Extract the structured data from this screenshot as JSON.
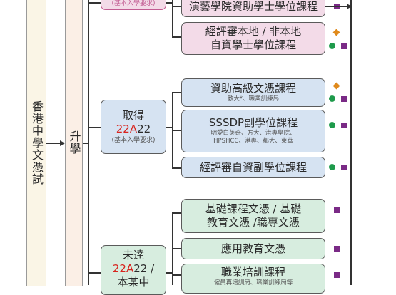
{
  "left_column": {
    "label": "香港中學文憑試"
  },
  "middle_column": {
    "label": "升學"
  },
  "branches": {
    "top": {
      "box_partial": "(基本入學要求)"
    },
    "mid": {
      "line1": "取得",
      "grade_red": "22A",
      "grade_black": "22",
      "note": "(基本入學要求)"
    },
    "bottom": {
      "line1": "未達",
      "grade_red": "22A",
      "grade_black": "22 /",
      "line3_partial": "本某中"
    }
  },
  "courses": {
    "pink1": "演藝學院資助學士學位課程",
    "pink2_line1": "經評審本地 / 非本地",
    "pink2_line2": "自資學士學位課程",
    "blue1_title": "資助高級文憑課程",
    "blue1_sub": "教大*、職業訓練局",
    "blue2_title": "SSSDP副學位課程",
    "blue2_sub1": "明愛白英奇、方大、港專學院、",
    "blue2_sub2": "HPSHCC、港專、都大、東華",
    "blue3_title": "經評審自資副學位課程",
    "green1_line1": "基礎課程文憑 / 基礎",
    "green1_line2": "教育文憑 /職專文憑",
    "green2_title": "應用教育文憑",
    "green3_title": "職業培訓課程",
    "green3_sub": "僱員再培訓局、職業訓練局等"
  },
  "legend_colors": {
    "green_dot": "#1e9a4b",
    "purple_square": "#7a2a86",
    "orange_diamond": "#e08a1c",
    "pink_box": "#f3dbe8",
    "blue_box": "#d6e3f2",
    "green_box": "#d7eddf",
    "highlight_red": "#d8251f"
  }
}
